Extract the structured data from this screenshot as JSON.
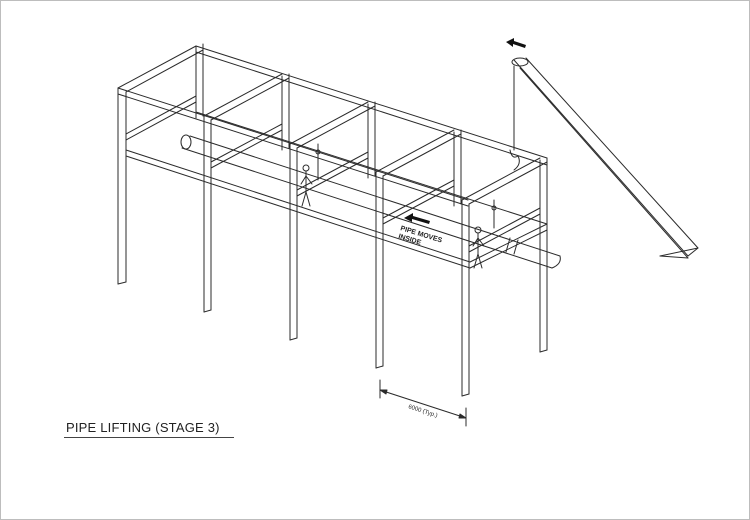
{
  "drawing": {
    "title": "PIPE LIFTING (STAGE 3)",
    "note_line1": "PIPE MOVES",
    "note_line2": "INSIDE",
    "dimension_label": "6000 (Typ.)"
  }
}
